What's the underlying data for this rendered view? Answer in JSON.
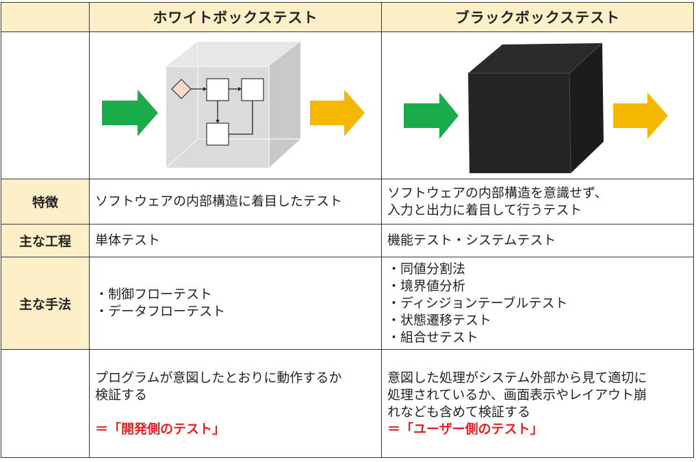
{
  "header": {
    "white_box": "ホワイトボックステスト",
    "black_box": "ブラックボックステスト"
  },
  "rows": {
    "feature": {
      "label": "特徴",
      "white": "ソフトウェアの内部構造に着目したテスト",
      "black": [
        "ソフトウェアの内部構造を意識せず、",
        "入力と出力に着目して行うテスト"
      ]
    },
    "process": {
      "label": "主な工程",
      "white": "単体テスト",
      "black": "機能テスト・システムテスト"
    },
    "method": {
      "label": "主な手法",
      "white": [
        "・制御フローテスト",
        "・データフローテスト"
      ],
      "black": [
        "・同値分割法",
        "・境界値分析",
        "・ディシジョンテーブルテスト",
        "・状態遷移テスト",
        "・組合せテスト"
      ]
    },
    "summary": {
      "white": [
        "プログラムが意図したとおりに動作するか",
        "検証する"
      ],
      "white_emphasis": "＝「開発側のテスト」",
      "black": [
        "意図した処理がシステム外部から見て適切に",
        "処理されているか、画面表示やレイアウト崩",
        "れなども含めて検証する"
      ],
      "black_emphasis": "＝「ユーザー側のテスト」"
    }
  },
  "colors": {
    "header_bg": "#fdf0c8",
    "input_arrow": "#1aab4b",
    "output_arrow": "#f5b800",
    "emphasis": "#e61e1e"
  },
  "icons": {
    "white_box": "transparent-box-with-flowchart",
    "black_box": "black-cube"
  }
}
